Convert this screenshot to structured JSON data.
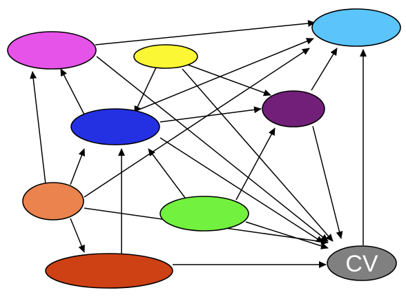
{
  "diagram": {
    "nodes": [
      {
        "id": "magenta",
        "color": "#e653e8",
        "label": ""
      },
      {
        "id": "yellow",
        "color": "#fbf735",
        "label": ""
      },
      {
        "id": "sky-blue",
        "color": "#5ac4fb",
        "label": ""
      },
      {
        "id": "blue",
        "color": "#2431e3",
        "label": ""
      },
      {
        "id": "purple",
        "color": "#711f78",
        "label": ""
      },
      {
        "id": "orange",
        "color": "#ea834d",
        "label": ""
      },
      {
        "id": "green",
        "color": "#72f13f",
        "label": ""
      },
      {
        "id": "rust",
        "color": "#ce4115",
        "label": ""
      },
      {
        "id": "cv",
        "color": "#808080",
        "label": "CV"
      }
    ],
    "edges": [
      {
        "from": "magenta",
        "to": "sky-blue"
      },
      {
        "from": "magenta",
        "to": "cv"
      },
      {
        "from": "yellow",
        "to": "blue"
      },
      {
        "from": "yellow",
        "to": "purple"
      },
      {
        "from": "yellow",
        "to": "cv"
      },
      {
        "from": "blue",
        "to": "magenta"
      },
      {
        "from": "blue",
        "to": "sky-blue"
      },
      {
        "from": "blue",
        "to": "purple"
      },
      {
        "from": "blue",
        "to": "cv"
      },
      {
        "from": "purple",
        "to": "sky-blue"
      },
      {
        "from": "purple",
        "to": "cv"
      },
      {
        "from": "orange",
        "to": "magenta"
      },
      {
        "from": "orange",
        "to": "blue"
      },
      {
        "from": "orange",
        "to": "sky-blue"
      },
      {
        "from": "orange",
        "to": "rust"
      },
      {
        "from": "orange",
        "to": "cv"
      },
      {
        "from": "green",
        "to": "blue"
      },
      {
        "from": "green",
        "to": "purple"
      },
      {
        "from": "green",
        "to": "cv"
      },
      {
        "from": "rust",
        "to": "blue"
      },
      {
        "from": "rust",
        "to": "cv"
      },
      {
        "from": "cv",
        "to": "sky-blue"
      }
    ]
  }
}
